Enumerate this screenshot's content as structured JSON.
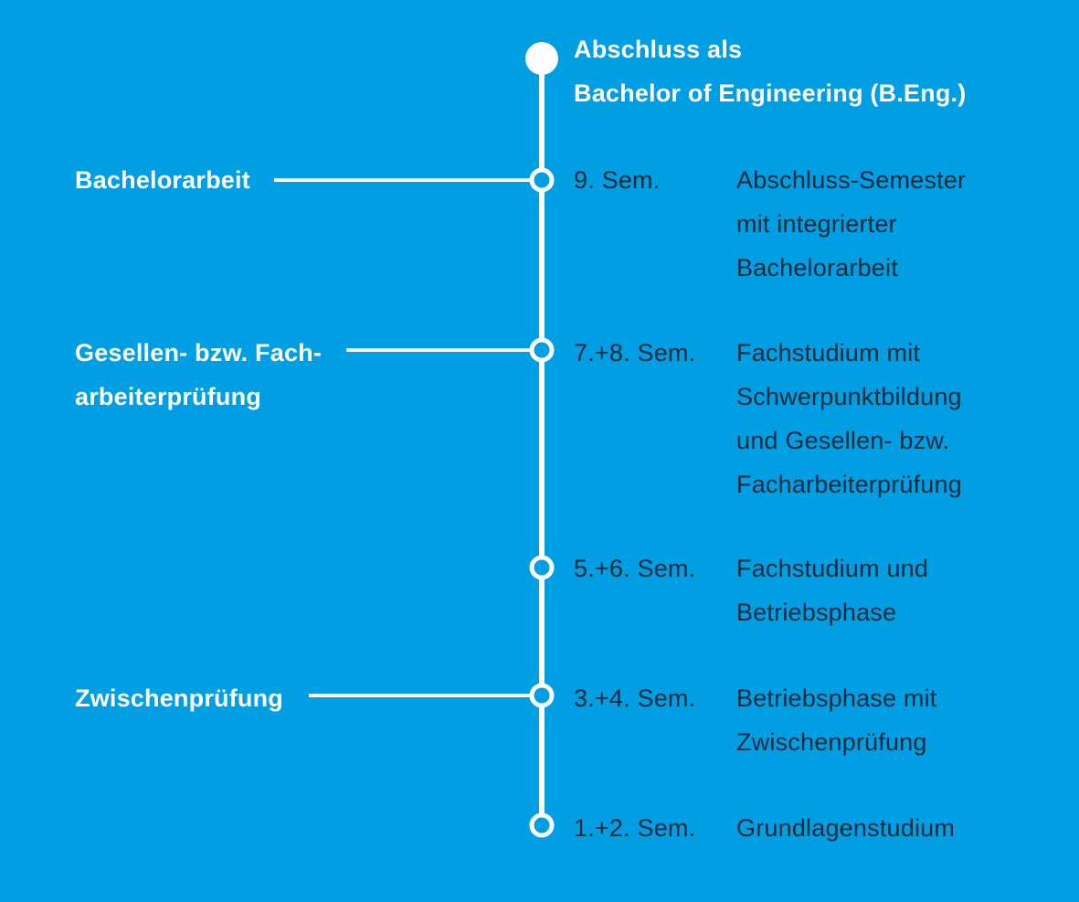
{
  "colors": {
    "background": "#009ee3",
    "line": "#ffffff",
    "text_light": "#ffffff",
    "text_dark": "#0f2a3b"
  },
  "final": {
    "line1": "Abschluss als",
    "line2": "Bachelor of Engineering (B.Eng.)"
  },
  "milestones": {
    "bachelorarbeit": "Bachelorarbeit",
    "gesellen": {
      "line1": "Gesellen- bzw. Fach-",
      "line2": "arbeiterprüfung"
    },
    "zwischenpruefung": "Zwischenprüfung"
  },
  "stages": [
    {
      "semester": "9. Sem.",
      "description": [
        "Abschluss-Semester",
        "mit integrierter",
        "Bachelorarbeit"
      ]
    },
    {
      "semester": "7.+8. Sem.",
      "description": [
        "Fachstudium mit",
        "Schwerpunktbildung",
        "und Gesellen- bzw.",
        "Facharbeiterprüfung"
      ]
    },
    {
      "semester": "5.+6. Sem.",
      "description": [
        "Fachstudium und",
        "Betriebsphase"
      ]
    },
    {
      "semester": "3.+4. Sem.",
      "description": [
        "Betriebsphase mit",
        "Zwischenprüfung"
      ]
    },
    {
      "semester": "1.+2. Sem.",
      "description": [
        "Grundlagenstudium"
      ]
    }
  ]
}
